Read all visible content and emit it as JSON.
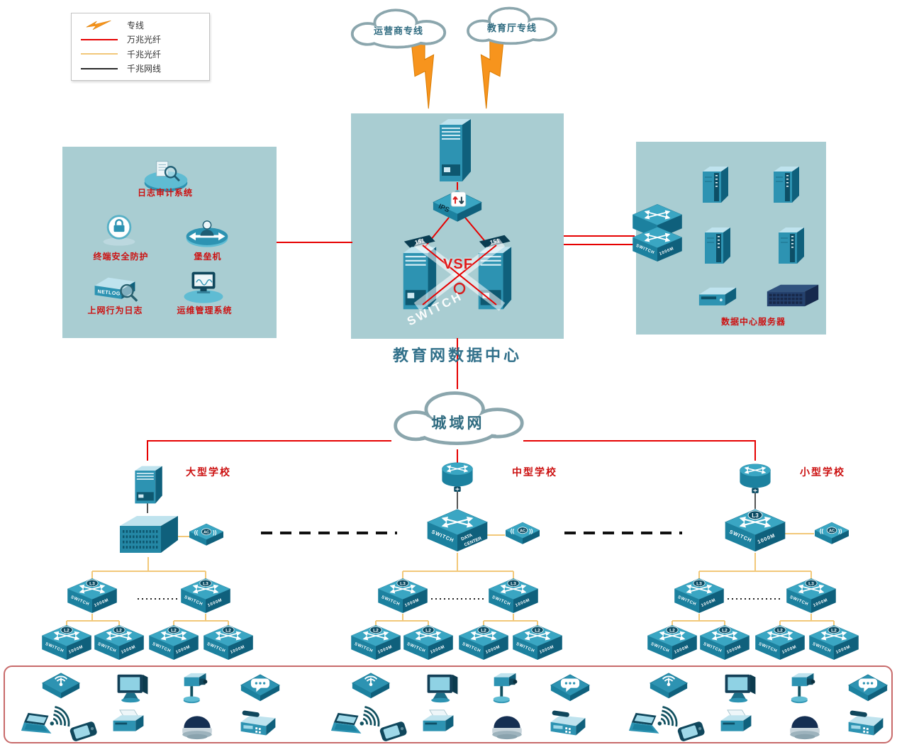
{
  "legend": {
    "items": [
      {
        "id": "dedicated-line",
        "label": "专线"
      },
      {
        "id": "fiber-10g",
        "label": "万兆光纤"
      },
      {
        "id": "fiber-1g",
        "label": "千兆光纤"
      },
      {
        "id": "copper-1g",
        "label": "千兆网线"
      }
    ]
  },
  "clouds": {
    "carrier": "运营商专线",
    "education": "教育厅专线",
    "man": "城域网"
  },
  "data_center": {
    "title": "教育网数据中心",
    "vsf_label": "VSF",
    "ips_label": "IPS",
    "switch_watermark": "SWITCH",
    "server_top_label": "151"
  },
  "security_zone": {
    "labels": {
      "log_audit": "日志审计系统",
      "endpoint_protection": "终端安全防护",
      "bastion": "堡垒机",
      "net_behavior_log": "上网行为日志",
      "ops_mgmt": "运维管理系统"
    },
    "netlog_box": "NETLOG"
  },
  "server_zone": {
    "title": "数据中心服务器"
  },
  "schools": [
    {
      "name": "大型学校"
    },
    {
      "name": "中型学校"
    },
    {
      "name": "小型学校"
    }
  ],
  "device_labels": {
    "switch": "SWITCH",
    "speed": "1000M",
    "l3": "L3",
    "l2": "L2",
    "ac": "AC",
    "dc_line1": "DATA",
    "dc_line2": "CENTER"
  },
  "colors": {
    "dedicated_bolt": "#f7941d",
    "fiber_10g": "#e60000",
    "fiber_1g": "#f2c879",
    "copper_1g": "#2b2b2b",
    "zone_bg": "#a9cdd2",
    "label_red": "#cc1111",
    "device_teal": "#2d93b2"
  },
  "icons": {
    "terminal_devices": [
      "wlan-ap",
      "wifi-signal",
      "laptop",
      "smartphone",
      "desktop-monitor",
      "printer",
      "ptz-camera",
      "dome-camera",
      "voip-chat",
      "fax-phone"
    ]
  }
}
